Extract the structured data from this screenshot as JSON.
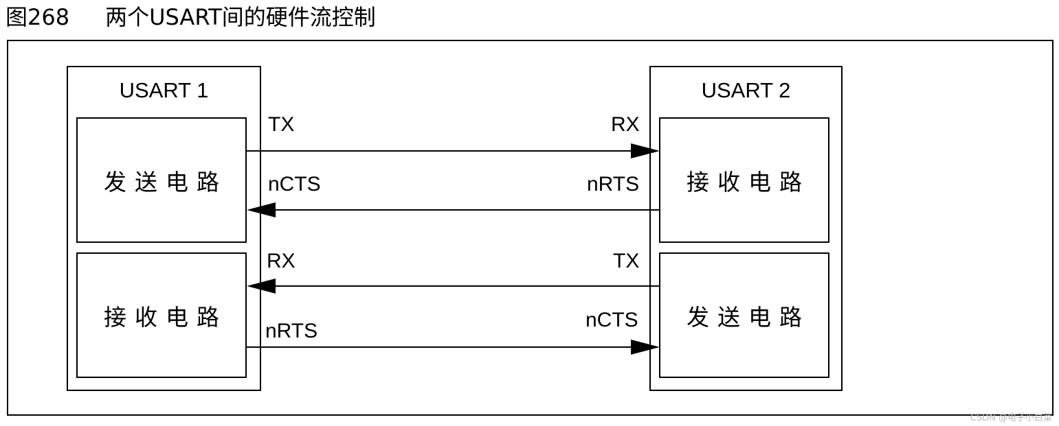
{
  "figure": {
    "number": "图268",
    "title": "两个USART间的硬件流控制"
  },
  "usart1": {
    "title": "USART 1",
    "top_circuit": "发送电路",
    "bottom_circuit": "接收电路"
  },
  "usart2": {
    "title": "USART 2",
    "top_circuit": "接收电路",
    "bottom_circuit": "发送电路"
  },
  "signals": {
    "u1_tx": "TX",
    "u1_ncts": "nCTS",
    "u1_rx": "RX",
    "u1_nrts": "nRTS",
    "u2_rx": "RX",
    "u2_nrts": "nRTS",
    "u2_tx": "TX",
    "u2_ncts": "nCTS"
  },
  "watermark": "CSDN @电子小白菜"
}
